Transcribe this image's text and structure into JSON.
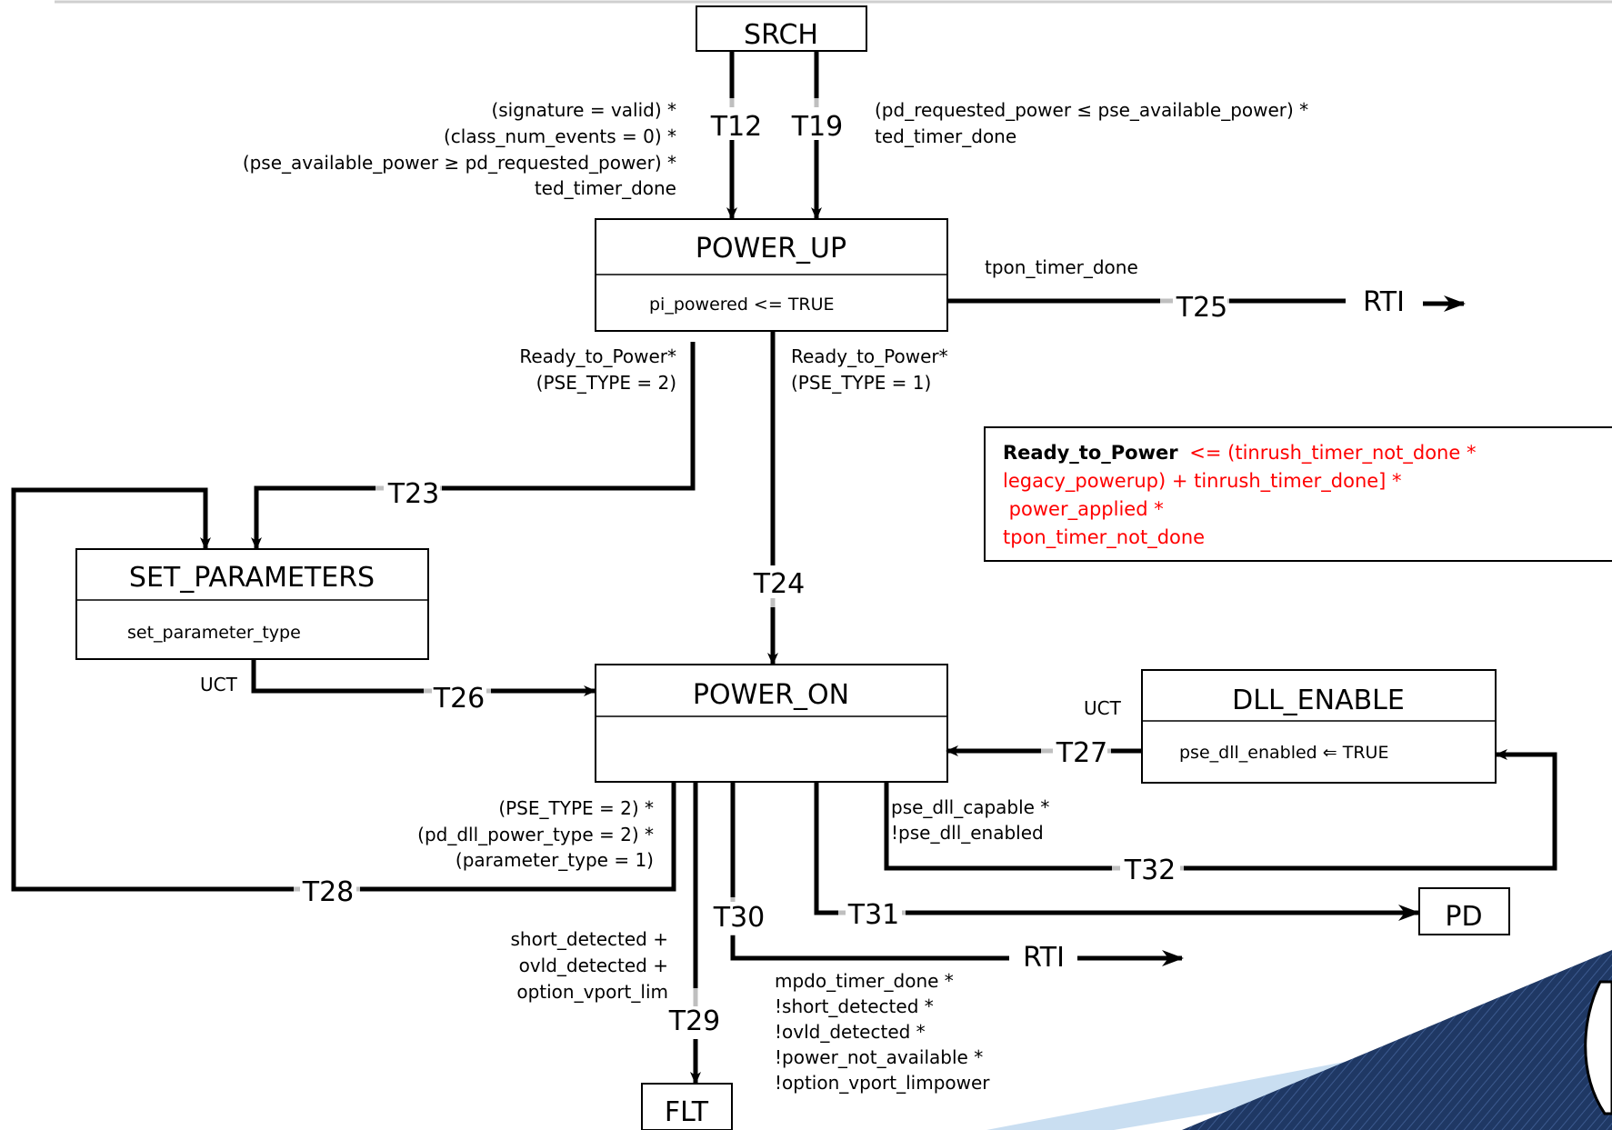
{
  "states": {
    "srch": {
      "title": "SRCH"
    },
    "power_up": {
      "title": "POWER_UP",
      "action": "pi_powered <= TRUE"
    },
    "set_parameters": {
      "title": "SET_PARAMETERS",
      "action": "set_parameter_type"
    },
    "power_on": {
      "title": "POWER_ON",
      "action": ""
    },
    "dll_enable": {
      "title": "DLL_ENABLE",
      "action": "pse_dll_enabled ⇐ TRUE"
    },
    "pd": {
      "title": "PD"
    },
    "flt": {
      "title": "FLT"
    }
  },
  "exits": {
    "rti_top": "RTI",
    "rti_bottom": "RTI"
  },
  "transitions": {
    "t12": {
      "label": "T12",
      "cond": [
        "(signature = valid) *",
        "(class_num_events = 0) *",
        "(pse_available_power ≥ pd_requested_power) *",
        "ted_timer_done"
      ]
    },
    "t19": {
      "label": "T19",
      "cond": [
        "(pd_requested_power ≤ pse_available_power) *",
        "ted_timer_done"
      ]
    },
    "t25": {
      "label": "T25",
      "cond": [
        "tpon_timer_done"
      ]
    },
    "t23": {
      "label": "T23",
      "cond": [
        "Ready_to_Power*",
        "(PSE_TYPE = 2)"
      ]
    },
    "t24": {
      "label": "T24",
      "cond": [
        "Ready_to_Power*",
        "(PSE_TYPE = 1)"
      ]
    },
    "t26": {
      "label": "T26",
      "cond": [
        "UCT"
      ]
    },
    "t27": {
      "label": "T27",
      "cond": [
        "UCT"
      ]
    },
    "t28": {
      "label": "T28",
      "cond": [
        "(PSE_TYPE = 2) *",
        "(pd_dll_power_type = 2) *",
        "(parameter_type = 1)"
      ]
    },
    "t29": {
      "label": "T29",
      "cond": [
        "short_detected +",
        "ovld_detected +",
        "option_vport_lim"
      ]
    },
    "t30": {
      "label": "T30",
      "cond": [
        "mpdo_timer_done *",
        "!short_detected *",
        "!ovld_detected *",
        "!power_not_available *",
        "!option_vport_limpower"
      ]
    },
    "t31": {
      "label": "T31",
      "cond": []
    },
    "t32": {
      "label": "T32",
      "cond": [
        "pse_dll_capable *",
        "!pse_dll_enabled"
      ]
    }
  },
  "definition": {
    "term": "Ready_to_Power",
    "lines": [
      "<= (tinrush_timer_not_done *",
      "legacy_powerup) + tinrush_timer_done] *",
      " power_applied *",
      "tpon_timer_not_done"
    ],
    "term_color": "#000000",
    "text_color": "#ff0000"
  },
  "colors": {
    "line": "#000000",
    "label_gap": "#bfbfbf",
    "accent": "#1f3864",
    "accent_light": "#bcd6ee"
  }
}
